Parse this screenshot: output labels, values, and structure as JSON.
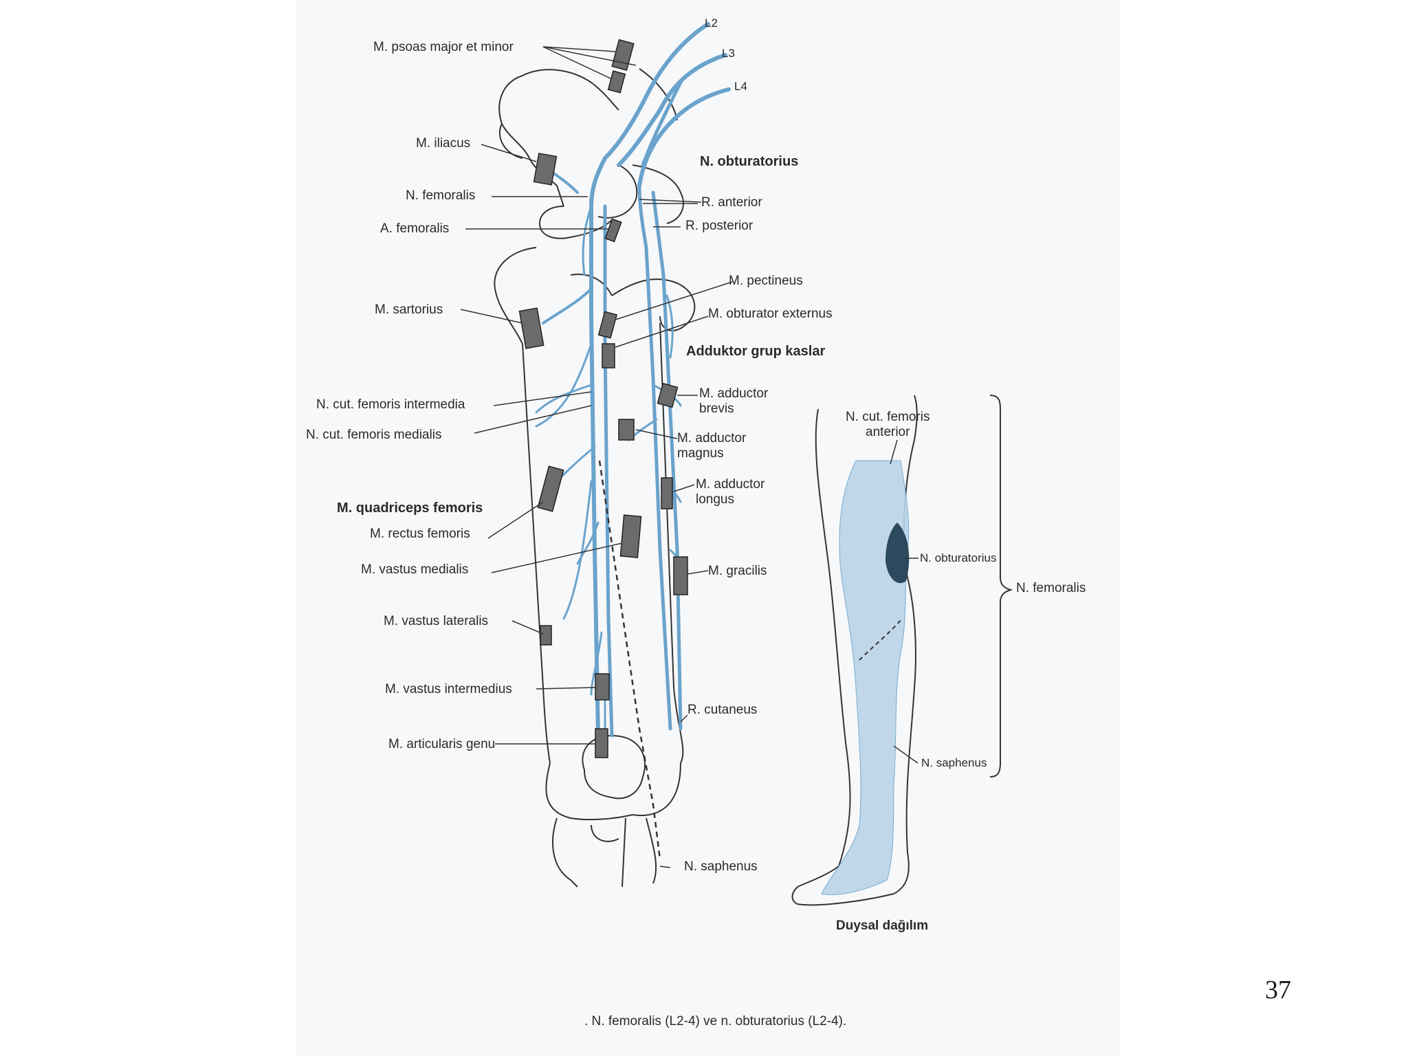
{
  "colors": {
    "nerve": "#6aa3cc",
    "bone_outline": "#333333",
    "muscle_stub": "#555555",
    "sensory_fill": "#b9d4e8",
    "sensory_dark": "#2b4a5e"
  },
  "labels": {
    "l2": "L2",
    "l3": "L3",
    "l4": "L4",
    "psoas": "M. psoas major et minor",
    "iliacus": "M. iliacus",
    "n_obturatorius": "N. obturatorius",
    "n_femoralis": "N. femoralis",
    "r_anterior": "R. anterior",
    "a_femoralis": "A. femoralis",
    "r_posterior": "R. posterior",
    "pectineus": "M. pectineus",
    "sartorius": "M. sartorius",
    "obturator_externus": "M. obturator externus",
    "adduktor_grup": "Adduktor grup kaslar",
    "cut_intermedia": "N. cut. femoris intermedia",
    "adductor_brevis": "M. adductor\nbrevis",
    "cut_medialis": "N. cut. femoris medialis",
    "adductor_magnus": "M. adductor\nmagnus",
    "adductor_longus": "M. adductor\nlongus",
    "quadriceps": "M. quadriceps femoris",
    "rectus_femoris": "M. rectus femoris",
    "vastus_medialis": "M. vastus medialis",
    "gracilis": "M. gracilis",
    "vastus_lateralis": "M. vastus lateralis",
    "vastus_intermedius": "M. vastus intermedius",
    "r_cutaneus": "R. cutaneus",
    "articularis_genu": "M. articularis genu",
    "n_saphenus_lower": "N. saphenus",
    "cut_anterior": "N. cut. femoris\nanterior",
    "sens_obturatorius": "N. obturatorius",
    "sens_femoralis": "N. femoralis",
    "sens_saphenus": "N. saphenus"
  },
  "sensory_title": "Duysal dağılım",
  "caption": ". N. femoralis (L2-4) ve n. obturatorius (L2-4).",
  "slide_number": "37"
}
